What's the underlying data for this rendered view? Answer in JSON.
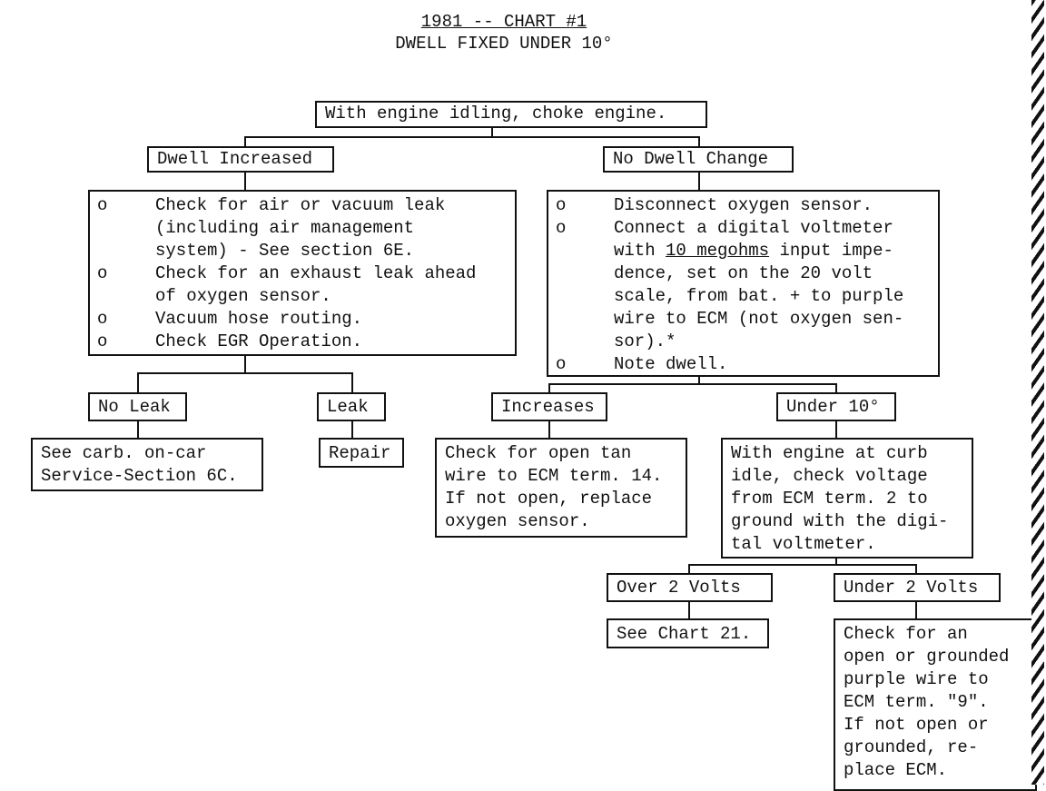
{
  "title": {
    "line1": "1981 -- CHART #1",
    "line2": "DWELL FIXED UNDER 10°"
  },
  "nodes": {
    "start": "With engine idling, choke engine.",
    "dwell_increased": "Dwell Increased",
    "no_dwell_change": "No Dwell Change",
    "left_checks": [
      {
        "bullet": "o",
        "lines": [
          "Check for air or vacuum leak",
          "(including air management",
          "system) - See section 6E."
        ]
      },
      {
        "bullet": "o",
        "lines": [
          "Check for an exhaust leak ahead",
          "of oxygen sensor."
        ]
      },
      {
        "bullet": "o",
        "lines": [
          "Vacuum hose routing."
        ]
      },
      {
        "bullet": "o",
        "lines": [
          "Check EGR Operation."
        ]
      }
    ],
    "right_checks": {
      "b1": "o",
      "b1_line": "Disconnect oxygen sensor.",
      "b2": "o",
      "b2_line1": "Connect a digital voltmeter",
      "b2_line2_pre": "with ",
      "b2_line2_ul": "10 megohms",
      "b2_line2_post": " input impe-",
      "b2_rest": [
        "dence, set on the 20 volt",
        "scale, from bat. + to purple",
        "wire to ECM (not oxygen sen-",
        "sor).*"
      ],
      "b3": "o",
      "b3_line": "Note dwell."
    },
    "no_leak": "No Leak",
    "leak": "Leak",
    "increases": "Increases",
    "under_10": "Under 10°",
    "see_carb": [
      "See carb. on-car",
      "Service-Section 6C."
    ],
    "repair": "Repair",
    "check_tan": [
      "Check for open tan",
      "wire to ECM term. 14.",
      "If not open, replace",
      "oxygen sensor."
    ],
    "curb_idle": [
      "With engine at curb",
      "idle, check voltage",
      "from ECM term. 2 to",
      "ground with the digi-",
      "tal voltmeter."
    ],
    "over_2v": "Over 2 Volts",
    "under_2v": "Under 2 Volts",
    "see_chart21": "See Chart 21.",
    "check_purple": [
      "Check for an",
      "open or grounded",
      "purple wire to",
      "ECM term. \"9\".",
      "If not open or",
      "grounded, re-",
      "place ECM."
    ]
  }
}
